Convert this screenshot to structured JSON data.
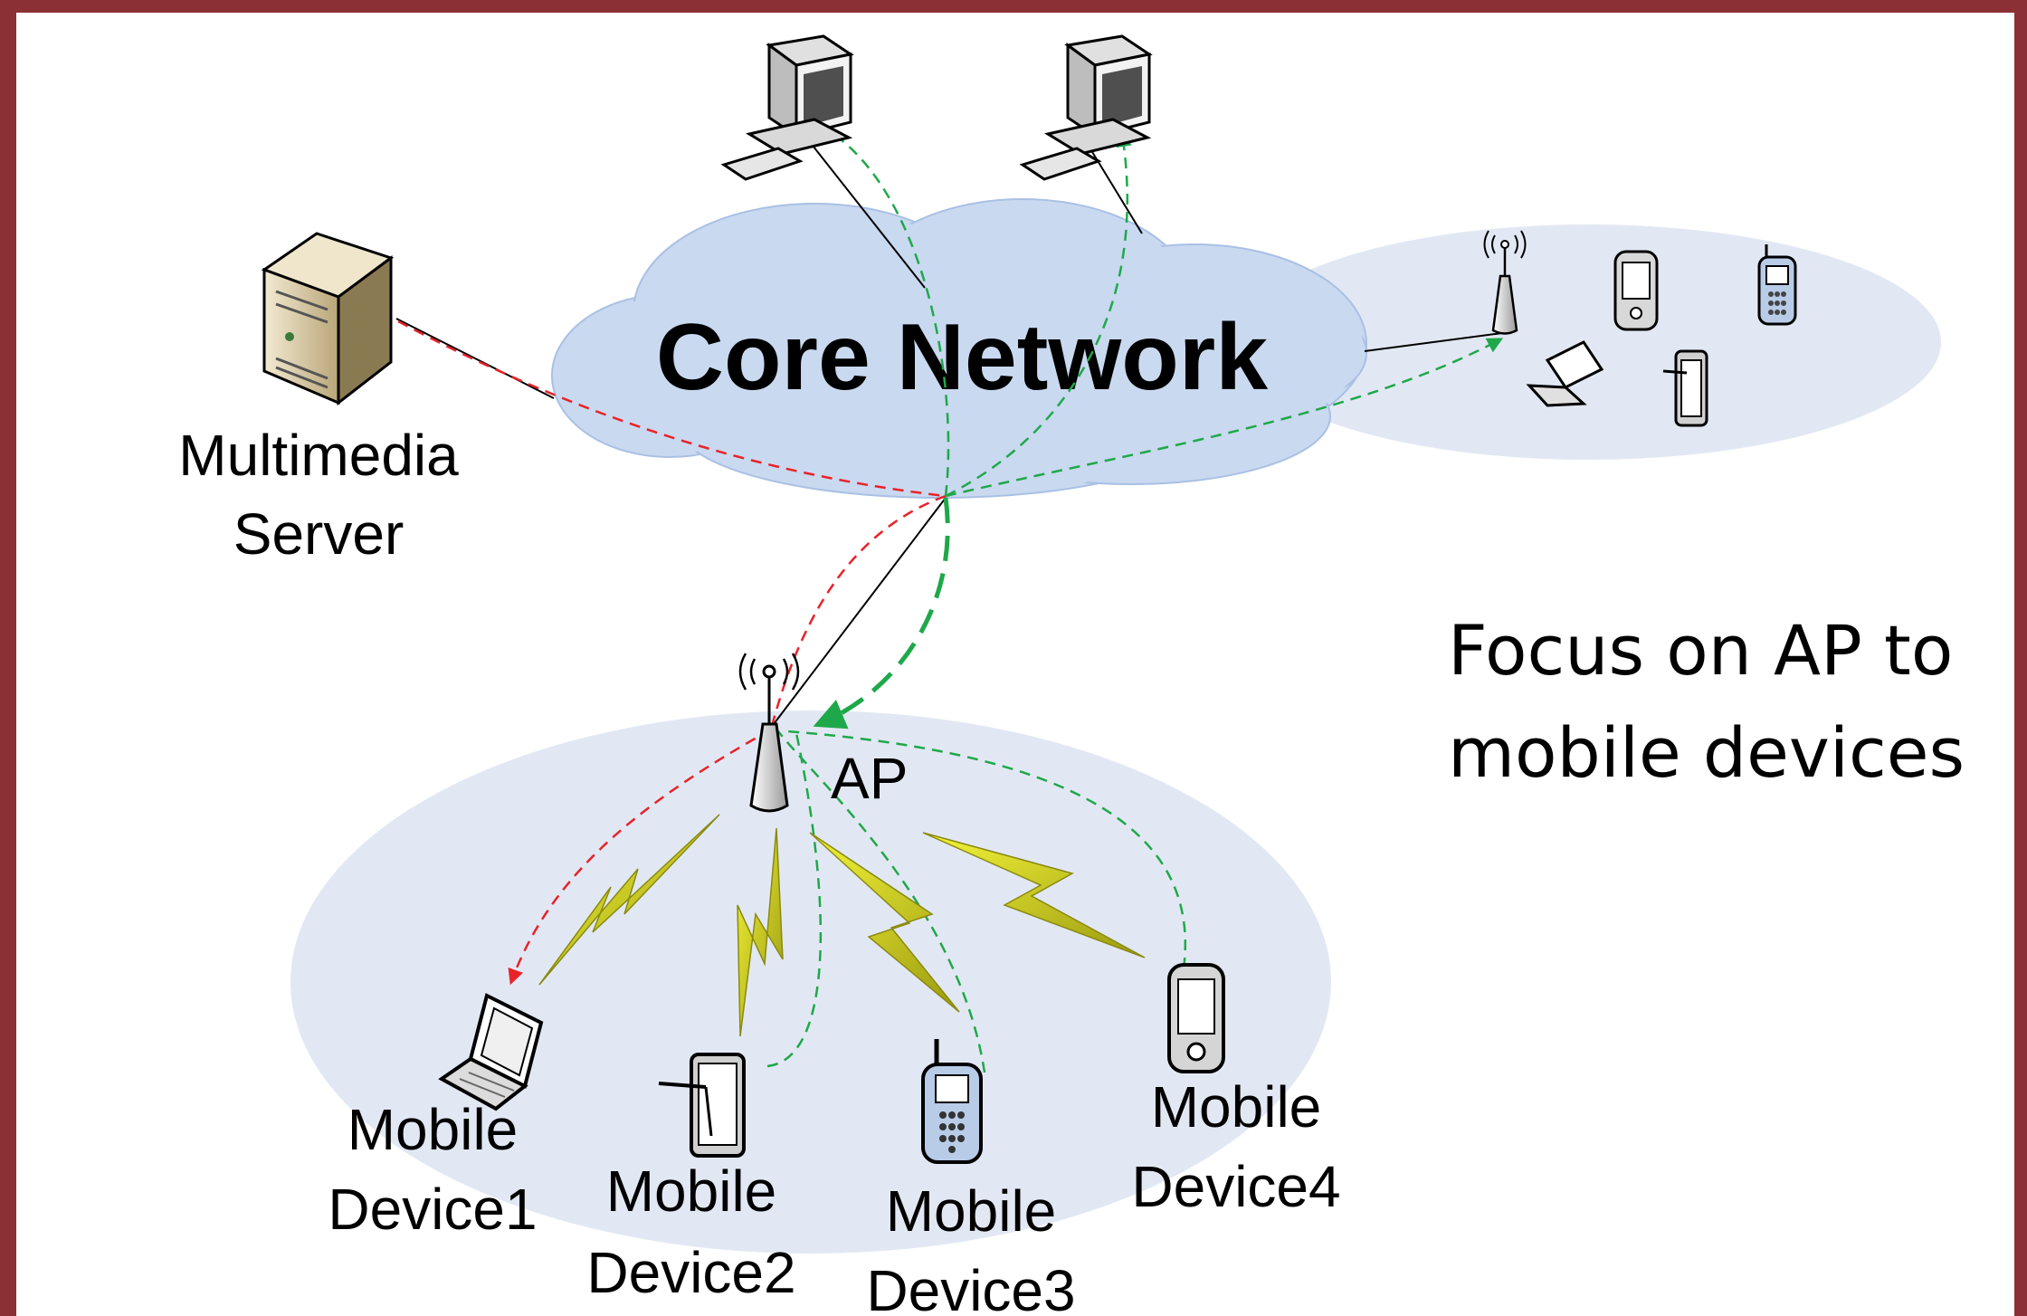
{
  "cloud_title": "Core Network",
  "server_label": [
    "Multimedia",
    "Server"
  ],
  "ap_label": "AP",
  "focus_caption": [
    "Focus on AP to",
    "mobile devices"
  ],
  "devices": [
    {
      "line1": "Mobile",
      "line2": "Device1",
      "icon": "laptop-icon"
    },
    {
      "line1": "Mobile",
      "line2": "Device2",
      "icon": "tablet-icon"
    },
    {
      "line1": "Mobile",
      "line2": "Device3",
      "icon": "cell-phone-icon"
    },
    {
      "line1": "Mobile",
      "line2": "Device4",
      "icon": "pda-icon"
    }
  ],
  "colors": {
    "frame": "#8b3034",
    "cloud": "#c9d9f0",
    "ellipse": "#e2e8f3",
    "red_path": "#e8232a",
    "green_path": "#1fa84a",
    "bolt": "#e4e41a"
  }
}
